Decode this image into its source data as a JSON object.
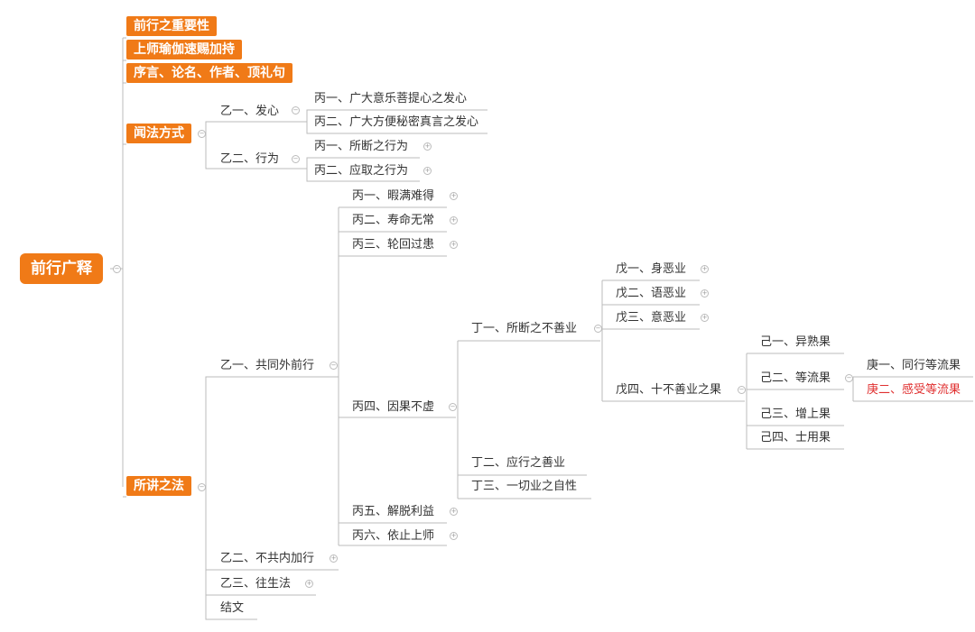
{
  "colors": {
    "accent": "#f07a17",
    "line": "#bbbbbb",
    "text": "#333333",
    "highlight": "#e03030"
  },
  "icons": {
    "collapse": "collapse-toggle-icon",
    "expand": "expand-toggle-icon"
  },
  "tree": {
    "root": "前行广释",
    "level1": [
      "前行之重要性",
      "上师瑜伽速赐加持",
      "序言、论名、作者、顶礼句",
      "闻法方式",
      "所讲之法"
    ],
    "wenfa": {
      "yi1": "乙一、发心",
      "yi1_children": [
        "丙一、广大意乐菩提心之发心",
        "丙二、广大方便秘密真言之发心"
      ],
      "yi2": "乙二、行为",
      "yi2_children": [
        "丙一、所断之行为",
        "丙二、应取之行为"
      ]
    },
    "suojiang": {
      "yi1": "乙一、共同外前行",
      "bing": [
        "丙一、暇满难得",
        "丙二、寿命无常",
        "丙三、轮回过患",
        "丙四、因果不虚",
        "丙五、解脱利益",
        "丙六、依止上师"
      ],
      "ding": [
        "丁一、所断之不善业",
        "丁二、应行之善业",
        "丁三、一切业之自性"
      ],
      "wu": [
        "戊一、身恶业",
        "戊二、语恶业",
        "戊三、意恶业",
        "戊四、十不善业之果"
      ],
      "ji": [
        "己一、异熟果",
        "己二、等流果",
        "己三、增上果",
        "己四、士用果"
      ],
      "geng": [
        "庚一、同行等流果",
        "庚二、感受等流果"
      ],
      "yi2": "乙二、不共内加行",
      "yi3": "乙三、往生法",
      "end": "结文"
    }
  }
}
